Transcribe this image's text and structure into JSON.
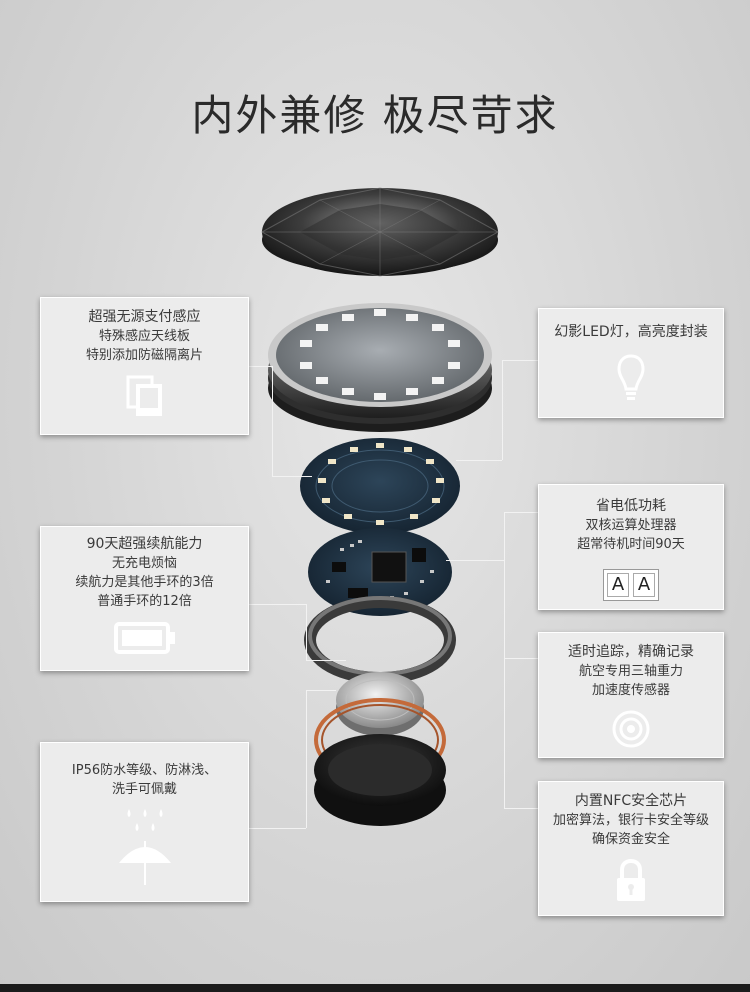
{
  "title": "内外兼修 极尽苛求",
  "features": {
    "payment": {
      "head": "超强无源支付感应",
      "lines": [
        "特殊感应天线板",
        "特别添加防磁隔离片"
      ],
      "icon": "stacked-cards-icon"
    },
    "battery": {
      "head": "90天超强续航能力",
      "lines": [
        "无充电烦恼",
        "续航力是其他手环的3倍",
        "普通手环的12倍"
      ],
      "icon": "battery-icon"
    },
    "waterproof": {
      "head": "IP56防水等级、防淋浅、",
      "lines": [
        "洗手可佩戴"
      ],
      "icon": "umbrella-rain-icon"
    },
    "led": {
      "head": "幻影LED灯，高亮度封装",
      "icon": "lightbulb-icon"
    },
    "power": {
      "head": "省电低功耗",
      "lines": [
        "双核运算处理器",
        "超常待机时间90天"
      ],
      "icon_letters": [
        "A",
        "A"
      ],
      "icon": "dual-core-chip-icon"
    },
    "tracking": {
      "head": "适时追踪，精确记录",
      "lines": [
        "航空专用三轴重力",
        "加速度传感器"
      ],
      "icon": "target-icon"
    },
    "nfc": {
      "head": "内置NFC安全芯片",
      "lines": [
        "加密算法，银行卡安全等级",
        "确保资金安全"
      ],
      "icon": "padlock-icon"
    }
  },
  "colors": {
    "background": "#d9d9d9",
    "card": "#ececec",
    "text": "#3a3a3a",
    "pcb": "#1f3142",
    "coil": "#c46a3a"
  }
}
